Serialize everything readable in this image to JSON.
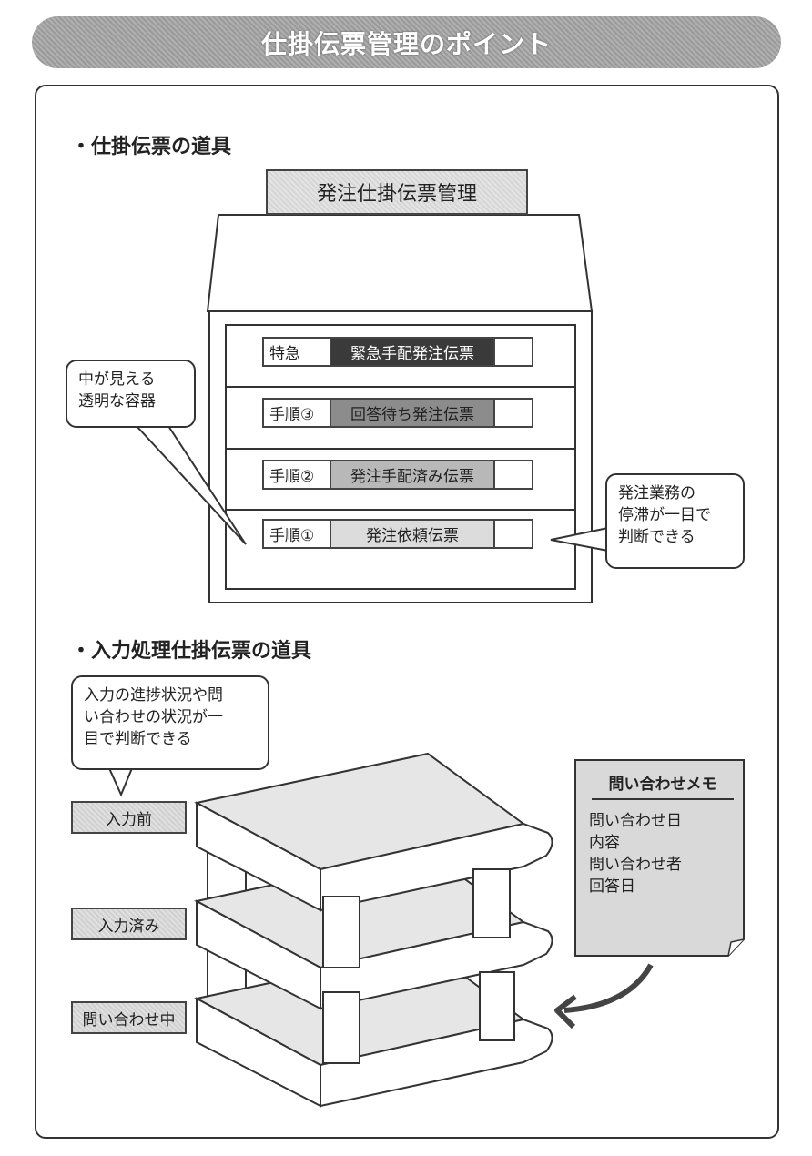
{
  "title": "仕掛伝票管理のポイント",
  "section1": {
    "heading": "・仕掛伝票の道具",
    "cabinet_label": "発注仕掛伝票管理",
    "drawers": [
      {
        "step": "特急",
        "name": "緊急手配発注伝票",
        "fill": "#3a3a3a",
        "text_color": "#ffffff"
      },
      {
        "step": "手順③",
        "name": "回答待ち発注伝票",
        "fill": "#8c8c8c",
        "text_color": "#222222"
      },
      {
        "step": "手順②",
        "name": "発注手配済み伝票",
        "fill": "#b8b8b8",
        "text_color": "#222222"
      },
      {
        "step": "手順①",
        "name": "発注依頼伝票",
        "fill": "#dcdcdc",
        "text_color": "#222222"
      }
    ],
    "callout_left": [
      "中が見える",
      "透明な容器"
    ],
    "callout_right": [
      "発注業務の",
      "停滞が一目で",
      "判断できる"
    ]
  },
  "section2": {
    "heading": "・入力処理仕掛伝票の道具",
    "callout": [
      "入力の進捗状況や問",
      "い合わせの状況が一",
      "目で判断できる"
    ],
    "trays": [
      "入力前",
      "入力済み",
      "問い合わせ中"
    ],
    "memo": {
      "title": "問い合わせメモ",
      "items": [
        "問い合わせ日",
        "内容",
        "問い合わせ者",
        "回答日"
      ]
    }
  }
}
